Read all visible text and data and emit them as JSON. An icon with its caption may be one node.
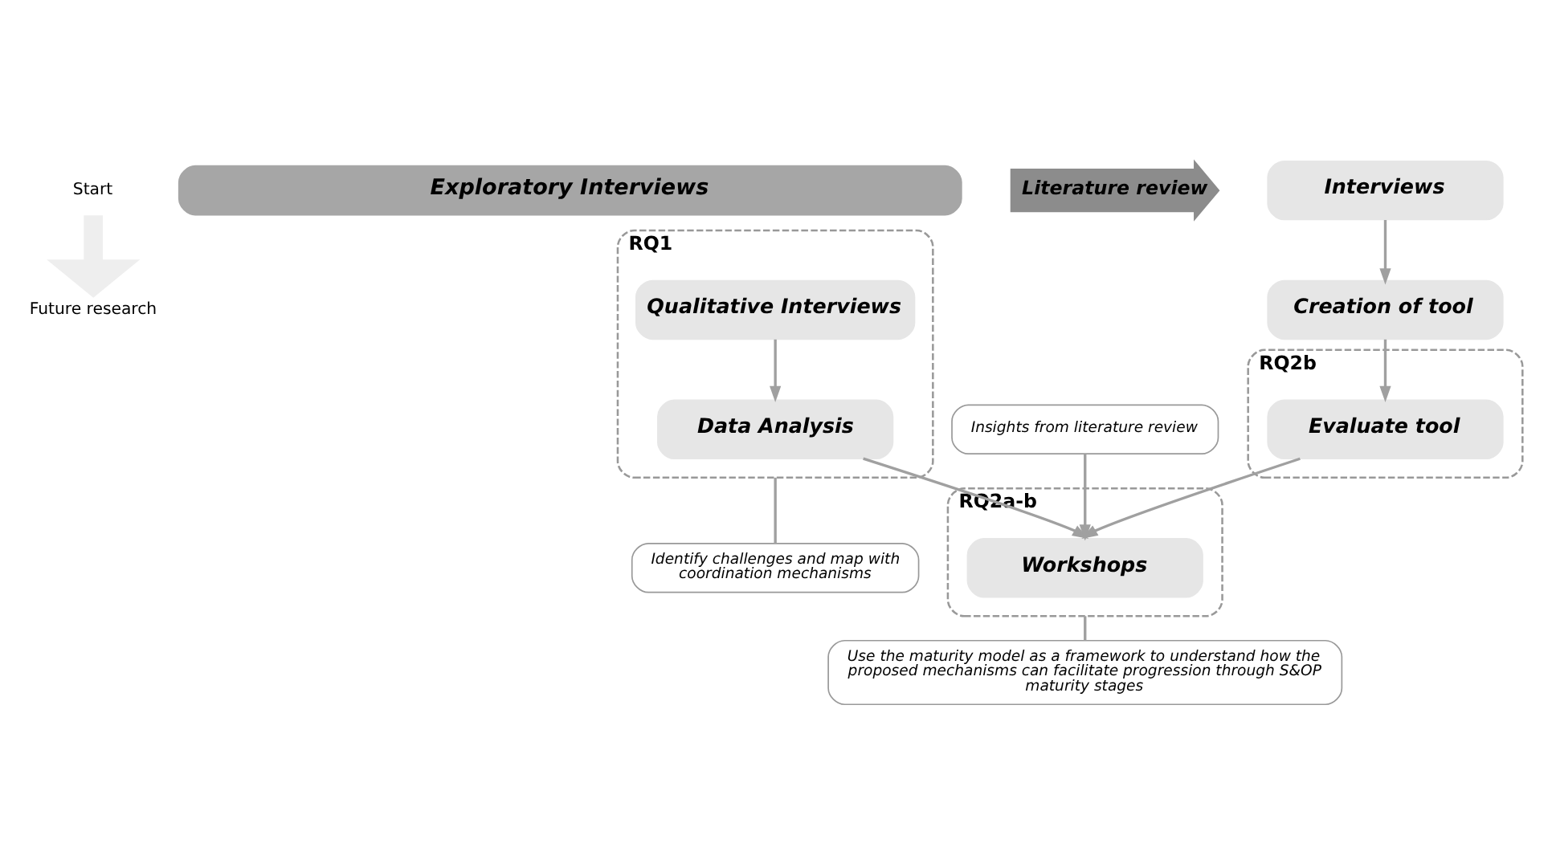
{
  "diagram": {
    "nodes": [
      {
        "text": [
          "Start"
        ]
      },
      {
        "text": [
          "Exploratory Interviews"
        ]
      },
      {
        "text": [
          "Literature review"
        ]
      },
      {
        "text": [
          "RQ1"
        ]
      },
      {
        "text": [
          "Qualitative Interviews"
        ],
        "in": 3
      },
      {
        "text": [
          "Data Analysis"
        ],
        "in": 3
      },
      {
        "text": [
          "Identify challenges and map with coordination mechanisms"
        ]
      },
      {
        "text": [
          "Insights from literature review"
        ]
      },
      {
        "text": [
          "Interviews"
        ]
      },
      {
        "text": [
          "Creation of tool"
        ]
      },
      {
        "text": [
          "RQ2b"
        ]
      },
      {
        "text": [
          "Evaluate tool"
        ],
        "in": 10
      },
      {
        "text": [
          "RQ2a-b"
        ]
      },
      {
        "text": [
          "Workshops"
        ],
        "in": 12
      },
      {
        "text": [
          "Use the maturity model as a framework to understand how the proposed mechanisms can facilitate progression through S&OP maturity stages"
        ]
      },
      {
        "text": [
          "Future research"
        ]
      }
    ],
    "edges": [
      {
        "from": 4,
        "to": 5,
        "arrow": "to"
      },
      {
        "from": 3,
        "to": 6,
        "arrow": "none"
      },
      {
        "from": 5,
        "to": 13,
        "arrow": "to"
      },
      {
        "from": 7,
        "to": 13,
        "arrow": "to"
      },
      {
        "from": 11,
        "to": 13,
        "arrow": "to"
      },
      {
        "from": 8,
        "to": 9,
        "arrow": "to"
      },
      {
        "from": 9,
        "to": 11,
        "arrow": "to"
      },
      {
        "from": 12,
        "to": 14,
        "arrow": "none"
      },
      {
        "from": 0,
        "to": 15,
        "arrow": "to",
        "style": "thick",
        "color": "#eeeeee"
      }
    ]
  }
}
